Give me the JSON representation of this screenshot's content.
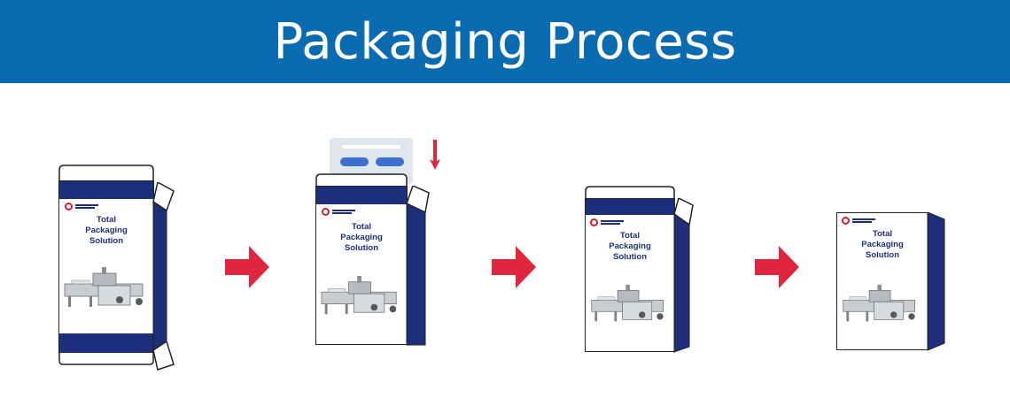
{
  "banner": {
    "title": "Packaging Process",
    "color": "#0a6bb1"
  },
  "colors": {
    "navy": "#1d2f7a",
    "arrow": "#e0263f",
    "logo_red": "#d21f2b",
    "blister_tray": "#dfe6ee",
    "blister_pill": "#3d6fd0"
  },
  "steps": [
    {
      "label_lines": [
        "Total",
        "Packaging",
        "Solution"
      ],
      "state": "unfolded-box"
    },
    {
      "label_lines": [
        "Total",
        "Packaging",
        "Solution"
      ],
      "state": "inserting-blister"
    },
    {
      "label_lines": [
        "Total",
        "Packaging",
        "Solution"
      ],
      "state": "closing-top"
    },
    {
      "label_lines": [
        "Total",
        "Packaging",
        "Solution"
      ],
      "state": "sealed-box"
    }
  ],
  "icons": {
    "transition": "right-arrow-icon",
    "insert": "down-arrow-icon",
    "product": "packaging-machine-icon"
  }
}
